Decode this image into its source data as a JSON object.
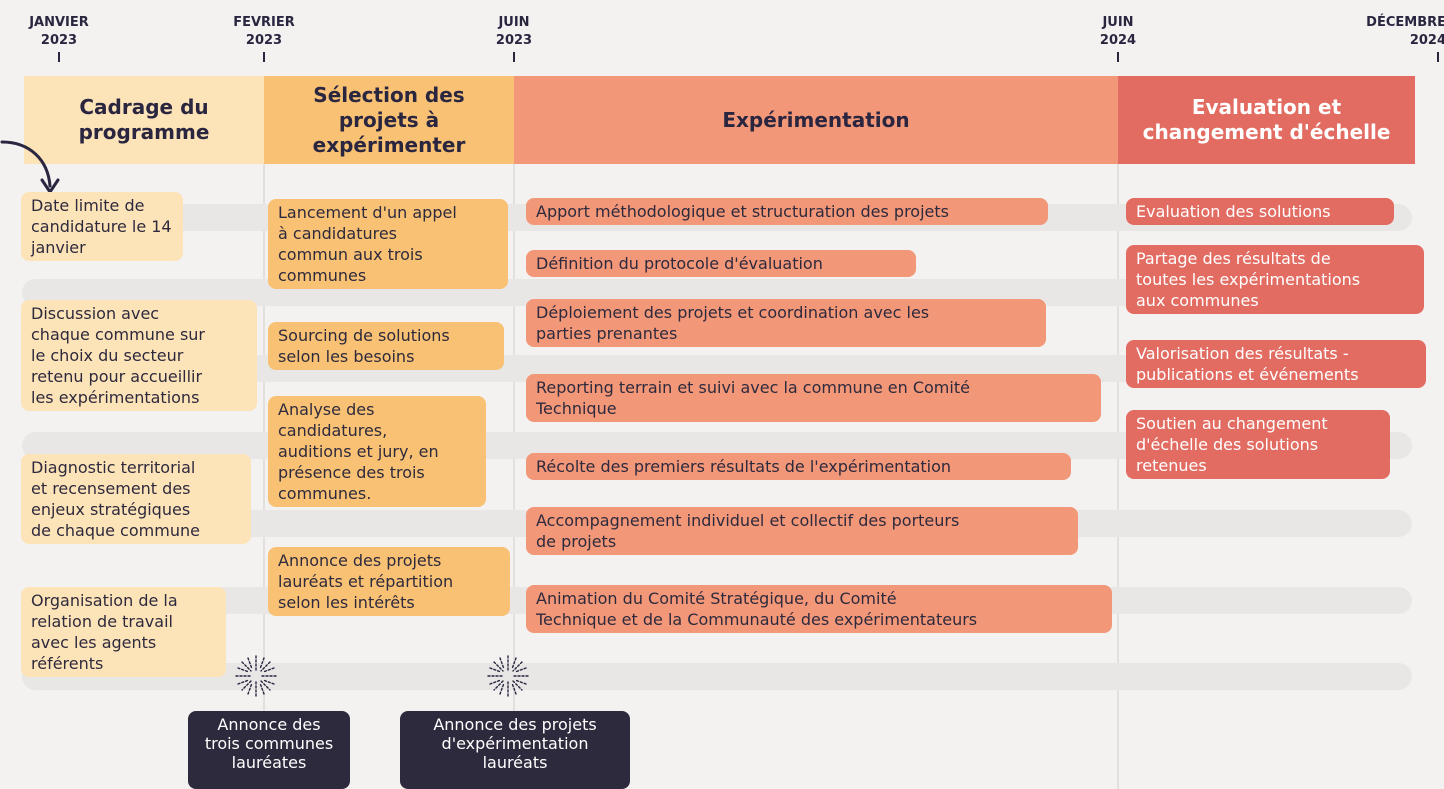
{
  "timeline": {
    "dates": [
      {
        "label": "JANVIER\n2023"
      },
      {
        "label": "FEVRIER\n2023"
      },
      {
        "label": "JUIN\n2023"
      },
      {
        "label": "JUIN\n2024"
      },
      {
        "label": "DÉCEMBRE\n2024"
      }
    ],
    "phases": [
      {
        "title": "Cadrage du programme",
        "color": "#fde3b8"
      },
      {
        "title": "Sélection des projets à expérimenter",
        "color": "#f8c173"
      },
      {
        "title": "Expérimentation",
        "color": "#f29778"
      },
      {
        "title": "Evaluation et changement d'échelle",
        "color": "#e26c62"
      }
    ]
  },
  "columns": {
    "cadrage": [
      "Date limite de\ncandidature le 14\njanvier",
      "Discussion avec\nchaque commune sur\nle choix du secteur\nretenu pour accueillir\nles expérimentations",
      "Diagnostic territorial\net recensement des\nenjeux stratégiques\nde chaque commune",
      "Organisation de la\nrelation de travail\navec les agents\nréférents"
    ],
    "selection": [
      "Lancement d'un appel\nà candidatures\ncommun aux trois\ncommunes",
      "Sourcing de solutions\nselon les besoins",
      "Analyse des\ncandidatures,\nauditions et jury, en\nprésence des trois\ncommunes.",
      "Annonce des projets\nlauréats et répartition\nselon les intérêts"
    ],
    "experimentation": [
      "Apport méthodologique et structuration des projets",
      "Définition du protocole d'évaluation",
      "Déploiement des projets et coordination avec les\nparties prenantes",
      "Reporting terrain et suivi avec la commune en Comité\nTechnique",
      "Récolte des premiers résultats de l'expérimentation",
      "Accompagnement individuel et collectif des porteurs\nde projets",
      "Animation du Comité Stratégique, du Comité\nTechnique et de la Communauté des expérimentateurs"
    ],
    "evaluation": [
      "Evaluation des solutions",
      "Partage des résultats de\ntoutes les expérimentations\naux communes",
      "Valorisation des résultats -\npublications et événements",
      "Soutien au changement\nd'échelle des solutions\nretenues"
    ]
  },
  "milestones": [
    {
      "label": "Annonce des\ntrois communes\nlauréates"
    },
    {
      "label": "Annonce des projets\nd'expérimentation\nlauréats"
    }
  ]
}
